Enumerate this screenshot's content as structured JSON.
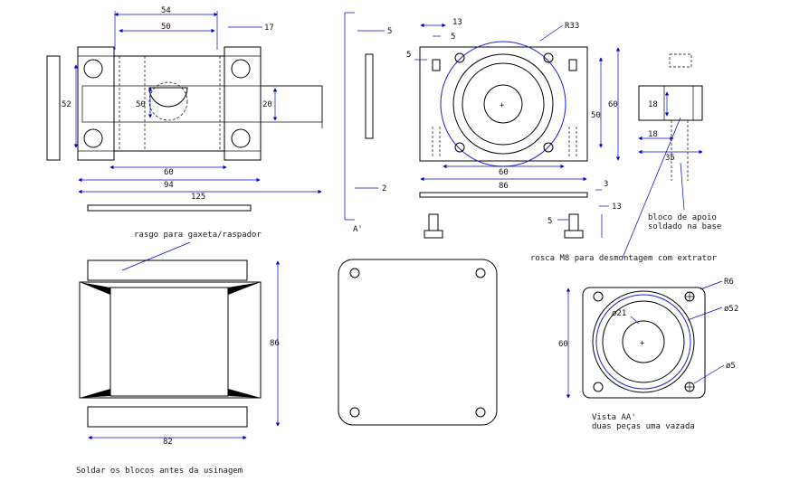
{
  "notes": {
    "rasgo": "rasgo para gaxeta/raspador",
    "rosca": "rosca M8 para desmontagem com extrator",
    "bloco_apoio_1": "bloco de apoio",
    "bloco_apoio_2": "soldado na base",
    "soldar": "Soldar os blocos antes da usinagem",
    "vista_1": "Vista AA'",
    "vista_2": "duas peças uma vazada",
    "section_mark": "A'"
  },
  "dims": {
    "d54": "54",
    "d50_top": "50",
    "d17": "17",
    "d52": "52",
    "d50_mid": "50",
    "d20": "20",
    "d60_a": "60",
    "d94": "94",
    "d125": "125",
    "d5_side": "5",
    "d2": "2",
    "d13": "13",
    "d5_a": "5",
    "d5_b": "5",
    "r33": "R33",
    "d60_h": "60",
    "d50_h": "50",
    "d60_b": "60",
    "d86_a": "86",
    "d3": "3",
    "d13_b": "13",
    "d5_c": "5",
    "d18_a": "18",
    "d18_b": "18",
    "d35": "35",
    "d86_b": "86",
    "d82": "82",
    "r6": "R6",
    "phi21": "ø21",
    "phi52": "ø52",
    "phi5": "ø5",
    "d60_c": "60"
  }
}
